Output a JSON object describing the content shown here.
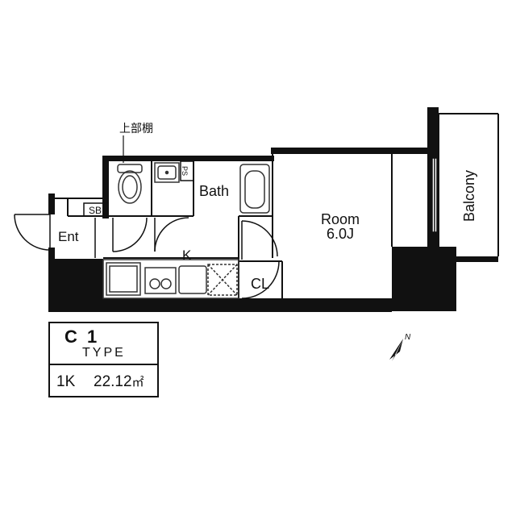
{
  "rooms": {
    "room": "Room",
    "room_size": "6.0J",
    "bath": "Bath",
    "balcony": "Balcony",
    "entrance": "Ent",
    "shoe_box": "SB",
    "pipe_space": "PS",
    "kitchen": "K",
    "closet": "CL",
    "upper_shelf": "上部棚"
  },
  "info": {
    "type_code": "C 1",
    "type_word": "TYPE",
    "layout": "1K",
    "area": "22.12",
    "area_unit": "㎡"
  },
  "compass": {
    "label": "N"
  },
  "colors": {
    "wall": "#111111",
    "fixture": "#333333",
    "background": "#ffffff"
  }
}
